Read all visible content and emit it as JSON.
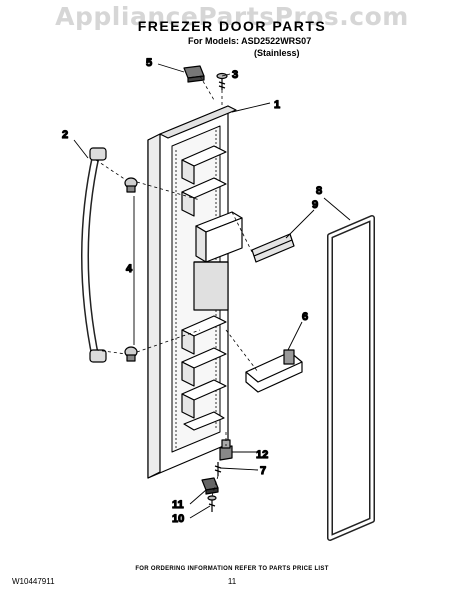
{
  "watermark": "AppliancePartsPros.com",
  "header": {
    "title": "FREEZER DOOR PARTS",
    "models": "For Models: ASD2522WRS07",
    "variant": "(Stainless)"
  },
  "callouts": [
    {
      "id": "1",
      "label": "1"
    },
    {
      "id": "2",
      "label": "2"
    },
    {
      "id": "3",
      "label": "3"
    },
    {
      "id": "4",
      "label": "4"
    },
    {
      "id": "5",
      "label": "5"
    },
    {
      "id": "6",
      "label": "6"
    },
    {
      "id": "7",
      "label": "7"
    },
    {
      "id": "8",
      "label": "8"
    },
    {
      "id": "9",
      "label": "9"
    },
    {
      "id": "10",
      "label": "10"
    },
    {
      "id": "11",
      "label": "11"
    },
    {
      "id": "12",
      "label": "12"
    }
  ],
  "footer": {
    "note": "FOR ORDERING INFORMATION REFER TO PARTS PRICE LIST",
    "doc_number": "W10447911",
    "page": "11"
  }
}
